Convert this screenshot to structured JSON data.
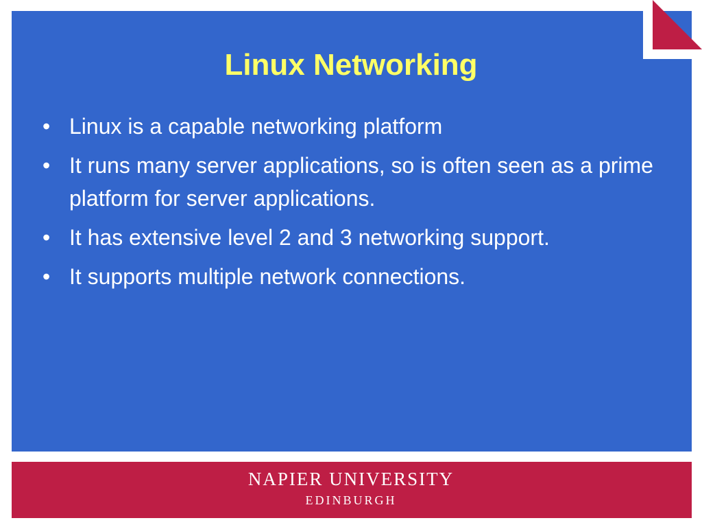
{
  "slide": {
    "title": "Linux Networking",
    "bullet_glyph": "•",
    "bullets": [
      "Linux is a capable networking platform",
      "It runs many server applications, so is often seen as a prime platform for server applications.",
      "It has extensive level 2 and 3 networking support.",
      "It supports multiple network connections."
    ]
  },
  "footer": {
    "name": "NAPIER UNIVERSITY",
    "city": "EDINBURGH"
  },
  "colors": {
    "panel": "#3366cc",
    "title": "#ffff66",
    "text": "#ffffff",
    "brand": "#be1e45"
  }
}
